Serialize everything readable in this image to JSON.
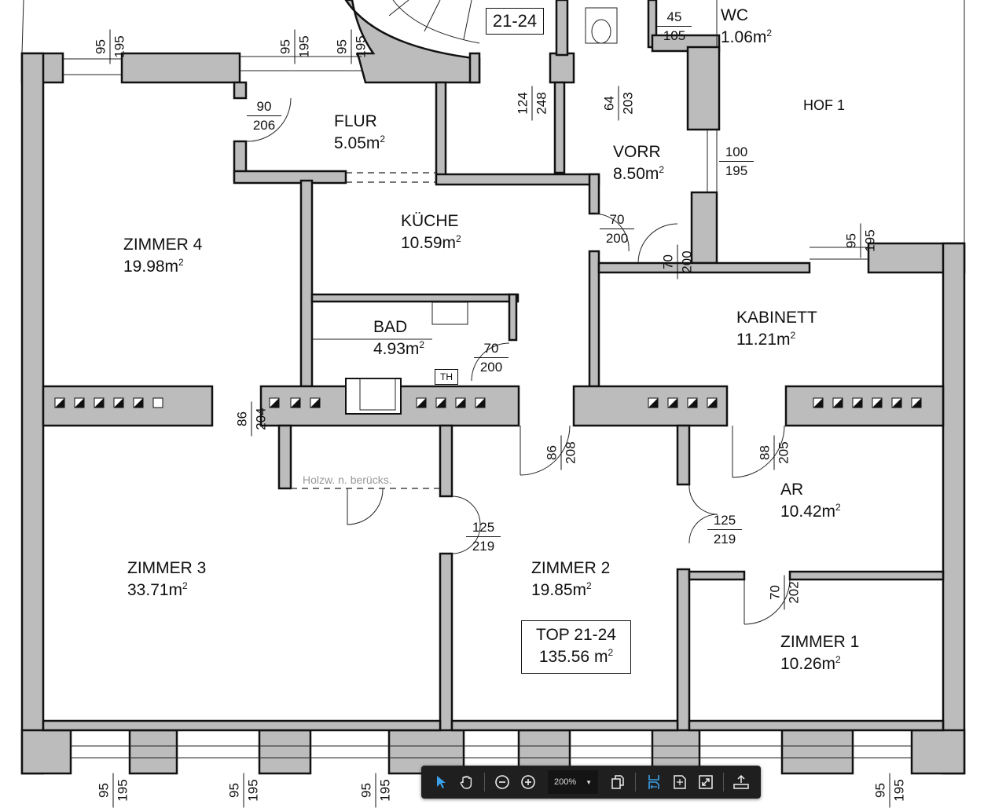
{
  "stair_label": "21-24",
  "rooms": {
    "wc": {
      "name": "WC",
      "area": "1.06m",
      "sup": "2"
    },
    "hof": {
      "name": "HOF 1"
    },
    "flur": {
      "name": "FLUR",
      "area": "5.05m",
      "sup": "2"
    },
    "vorr": {
      "name": "VORR",
      "area": "8.50m",
      "sup": "2"
    },
    "kueche": {
      "name": "KÜCHE",
      "area": "10.59m",
      "sup": "2"
    },
    "zimmer4": {
      "name": "ZIMMER 4",
      "area": "19.98m",
      "sup": "2"
    },
    "bad": {
      "name": "BAD",
      "area": "4.93m",
      "sup": "2"
    },
    "kabinett": {
      "name": "KABINETT",
      "area": "11.21m",
      "sup": "2"
    },
    "ar": {
      "name": "AR",
      "area": "10.42m",
      "sup": "2"
    },
    "zimmer3": {
      "name": "ZIMMER 3",
      "area": "33.71m",
      "sup": "2"
    },
    "zimmer2": {
      "name": "ZIMMER 2",
      "area": "19.85m",
      "sup": "2"
    },
    "zimmer1": {
      "name": "ZIMMER 1",
      "area": "10.26m",
      "sup": "2"
    }
  },
  "top": {
    "name": "TOP 21-24",
    "area": "135.56 m",
    "sup": "2"
  },
  "notes": {
    "th": "TH",
    "holzw": "Holzw. n. berücks."
  },
  "dims": [
    {
      "t": "95",
      "b": "195"
    },
    {
      "t": "95",
      "b": "195"
    },
    {
      "t": "95",
      "b": "195"
    },
    {
      "t": "124",
      "b": "248"
    },
    {
      "t": "64",
      "b": "203"
    },
    {
      "t": "45",
      "b": "105"
    },
    {
      "t": "90",
      "b": "206"
    },
    {
      "t": "100",
      "b": "195"
    },
    {
      "t": "70",
      "b": "200"
    },
    {
      "t": "70",
      "b": "200"
    },
    {
      "t": "95",
      "b": "195"
    },
    {
      "t": "70",
      "b": "200"
    },
    {
      "t": "86",
      "b": "204"
    },
    {
      "t": "86",
      "b": "208"
    },
    {
      "t": "88",
      "b": "205"
    },
    {
      "t": "125",
      "b": "219"
    },
    {
      "t": "125",
      "b": "219"
    },
    {
      "t": "70",
      "b": "202"
    },
    {
      "t": "95",
      "b": "195"
    },
    {
      "t": "95",
      "b": "195"
    },
    {
      "t": "95",
      "b": "195"
    },
    {
      "t": "95",
      "b": "195"
    }
  ],
  "toolbar": {
    "zoom": "200%",
    "accent": "#3aa0e8",
    "tools": [
      "select-tool",
      "hand-tool",
      "zoom-out",
      "zoom-in",
      "page-view",
      "fit-width",
      "fit-page",
      "fullscreen",
      "export"
    ]
  }
}
